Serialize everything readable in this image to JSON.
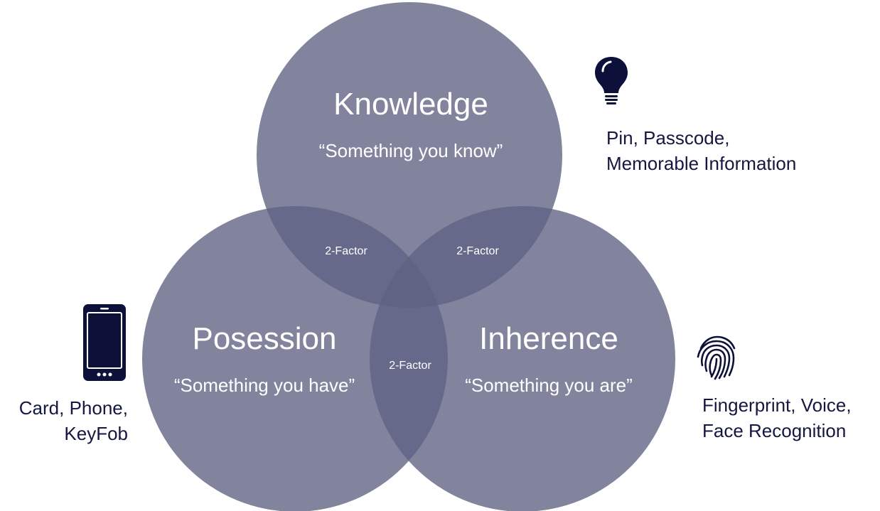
{
  "colors": {
    "circle_fill": "#5f6183",
    "text_dark": "#14173f",
    "icon": "#0d1038"
  },
  "circles": {
    "knowledge": {
      "title": "Knowledge",
      "subtitle": "“Something you know”"
    },
    "possession": {
      "title": "Posession",
      "subtitle": "“Something you have”"
    },
    "inherence": {
      "title": "Inherence",
      "subtitle": "“Something you are”"
    }
  },
  "overlaps": {
    "knowledge_possession": "2-Factor",
    "knowledge_inherence": "2-Factor",
    "possession_inherence": "2-Factor"
  },
  "examples": {
    "knowledge": [
      "Pin, Passcode,",
      "Memorable Information"
    ],
    "possession": [
      "Card, Phone,",
      "KeyFob"
    ],
    "inherence": [
      "Fingerprint, Voice,",
      "Face Recognition"
    ]
  },
  "icons": {
    "knowledge": "lightbulb-icon",
    "possession": "smartphone-icon",
    "inherence": "fingerprint-icon"
  }
}
